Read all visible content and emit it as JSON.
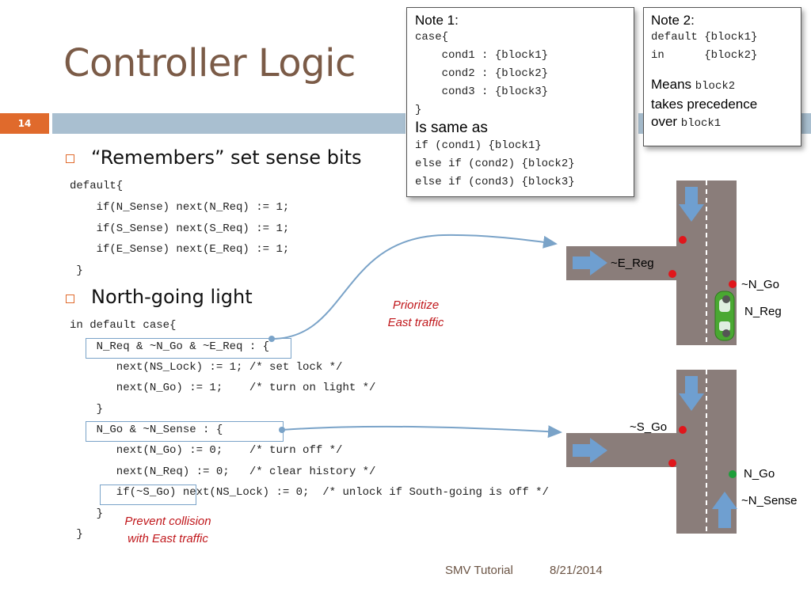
{
  "slide": {
    "title": "Controller Logic",
    "number": "14",
    "footer_left": "SMV Tutorial",
    "footer_right": "8/21/2014"
  },
  "bullets": [
    {
      "text": "“Remembers” set sense bits"
    },
    {
      "text": "North-going light"
    }
  ],
  "code_block_1": [
    "default{",
    "    if(N_Sense) next(N_Req) := 1;",
    "    if(S_Sense) next(S_Req) := 1;",
    "    if(E_Sense) next(E_Req) := 1;",
    " }"
  ],
  "code_block_2": [
    "in default case{",
    "    N_Req & ~N_Go & ~E_Req : {",
    "       next(NS_Lock) := 1; /* set lock */",
    "       next(N_Go) := 1;    /* turn on light */",
    "    }",
    "    N_Go & ~N_Sense : {",
    "       next(N_Go) := 0;    /* turn off */",
    "       next(N_Req) := 0;   /* clear history */",
    "       if(~S_Go) next(NS_Lock) := 0;  /* unlock if South-going is off */",
    "    }",
    " }"
  ],
  "note1": {
    "heading": "Note 1:",
    "code_a": [
      "case{",
      "    cond1 : {block1}",
      "    cond2 : {block2}",
      "    cond3 : {block3}",
      "}"
    ],
    "same_as": "Is same as",
    "code_b": [
      "if (cond1) {block1}",
      "else if (cond2) {block2}",
      "else if (cond3) {block3}"
    ]
  },
  "note2": {
    "heading": "Note 2:",
    "code": [
      "default {block1}",
      "in      {block2}"
    ],
    "means_prefix": "Means ",
    "means_block": "block2",
    "takes": "takes precedence",
    "over_prefix": "over ",
    "over_block": "block1"
  },
  "annotations": {
    "prioritize_line1": "Prioritize",
    "prioritize_line2": "East traffic",
    "prevent_line1": "Prevent collision",
    "prevent_line2": "with East traffic"
  },
  "diagram_top": {
    "e_label": "~E_Reg",
    "n_go_label": "~N_Go",
    "n_req_label": "N_Reg"
  },
  "diagram_bottom": {
    "s_go_label": "~S_Go",
    "n_go_label": "N_Go",
    "n_sense_label": "~N_Sense"
  },
  "colors": {
    "title": "#7b5b47",
    "accent_orange": "#e06a2c",
    "band_blue": "#a9bfd0",
    "road_gray": "#8a7d7a",
    "arrow_blue": "#6f9fd0",
    "light_red": "#e0161b",
    "light_green": "#1e9e3a",
    "annotation_red": "#c0171b"
  }
}
